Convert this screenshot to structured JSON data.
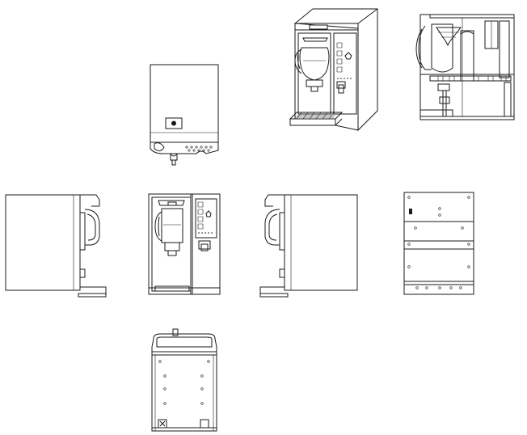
{
  "drawing": {
    "line_color": "#1a1a1a",
    "background": "#ffffff",
    "views": [
      {
        "id": "top-view",
        "icon": "machine-top-view"
      },
      {
        "id": "perspective-view",
        "icon": "machine-perspective-view"
      },
      {
        "id": "section-view",
        "icon": "machine-cutaway-section-view"
      },
      {
        "id": "left-side-view",
        "icon": "machine-left-side-view"
      },
      {
        "id": "front-view",
        "icon": "machine-front-view"
      },
      {
        "id": "right-side-view",
        "icon": "machine-right-side-view"
      },
      {
        "id": "rear-view",
        "icon": "machine-rear-view"
      },
      {
        "id": "bottom-view",
        "icon": "machine-bottom-view"
      }
    ]
  }
}
